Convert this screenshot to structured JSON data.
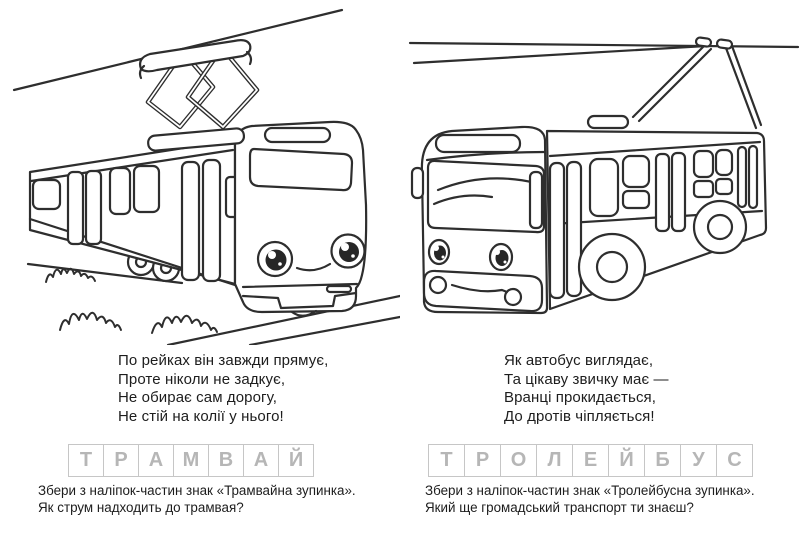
{
  "palette": {
    "background": "#ffffff",
    "line_art": "#2e2e2e",
    "letter_gray": "#b6b6b6",
    "box_border": "#c6c6c6",
    "text": "#1d1d1d"
  },
  "left_section": {
    "illustration": "tram-line-drawing",
    "poem": {
      "lines": [
        "По рейках він завжди прямує,",
        "Проте ніколи не задкує,",
        "Не обирає сам дорогу,",
        "Не стій на колії у нього!"
      ]
    },
    "answer_word": {
      "word": "ТРАМВАЙ",
      "letters": [
        "Т",
        "Р",
        "А",
        "М",
        "В",
        "А",
        "Й"
      ]
    },
    "task": {
      "lines": [
        "Збери з наліпок-частин знак «Трамвайна зупинка».",
        "Як струм надходить до трамвая?"
      ]
    }
  },
  "right_section": {
    "illustration": "trolleybus-line-drawing",
    "poem": {
      "lines": [
        "Як автобус виглядає,",
        "Та цікаву звичку має —",
        "Вранці прокидається,",
        "До дротів чіпляється!"
      ]
    },
    "answer_word": {
      "word": "ТРОЛЕЙБУС",
      "letters": [
        "Т",
        "Р",
        "О",
        "Л",
        "Е",
        "Й",
        "Б",
        "У",
        "С"
      ]
    },
    "task": {
      "lines": [
        "Збери з наліпок-частин знак «Тролейбусна зупинка».",
        "Який ще громадський транспорт ти знаєш?"
      ]
    }
  }
}
